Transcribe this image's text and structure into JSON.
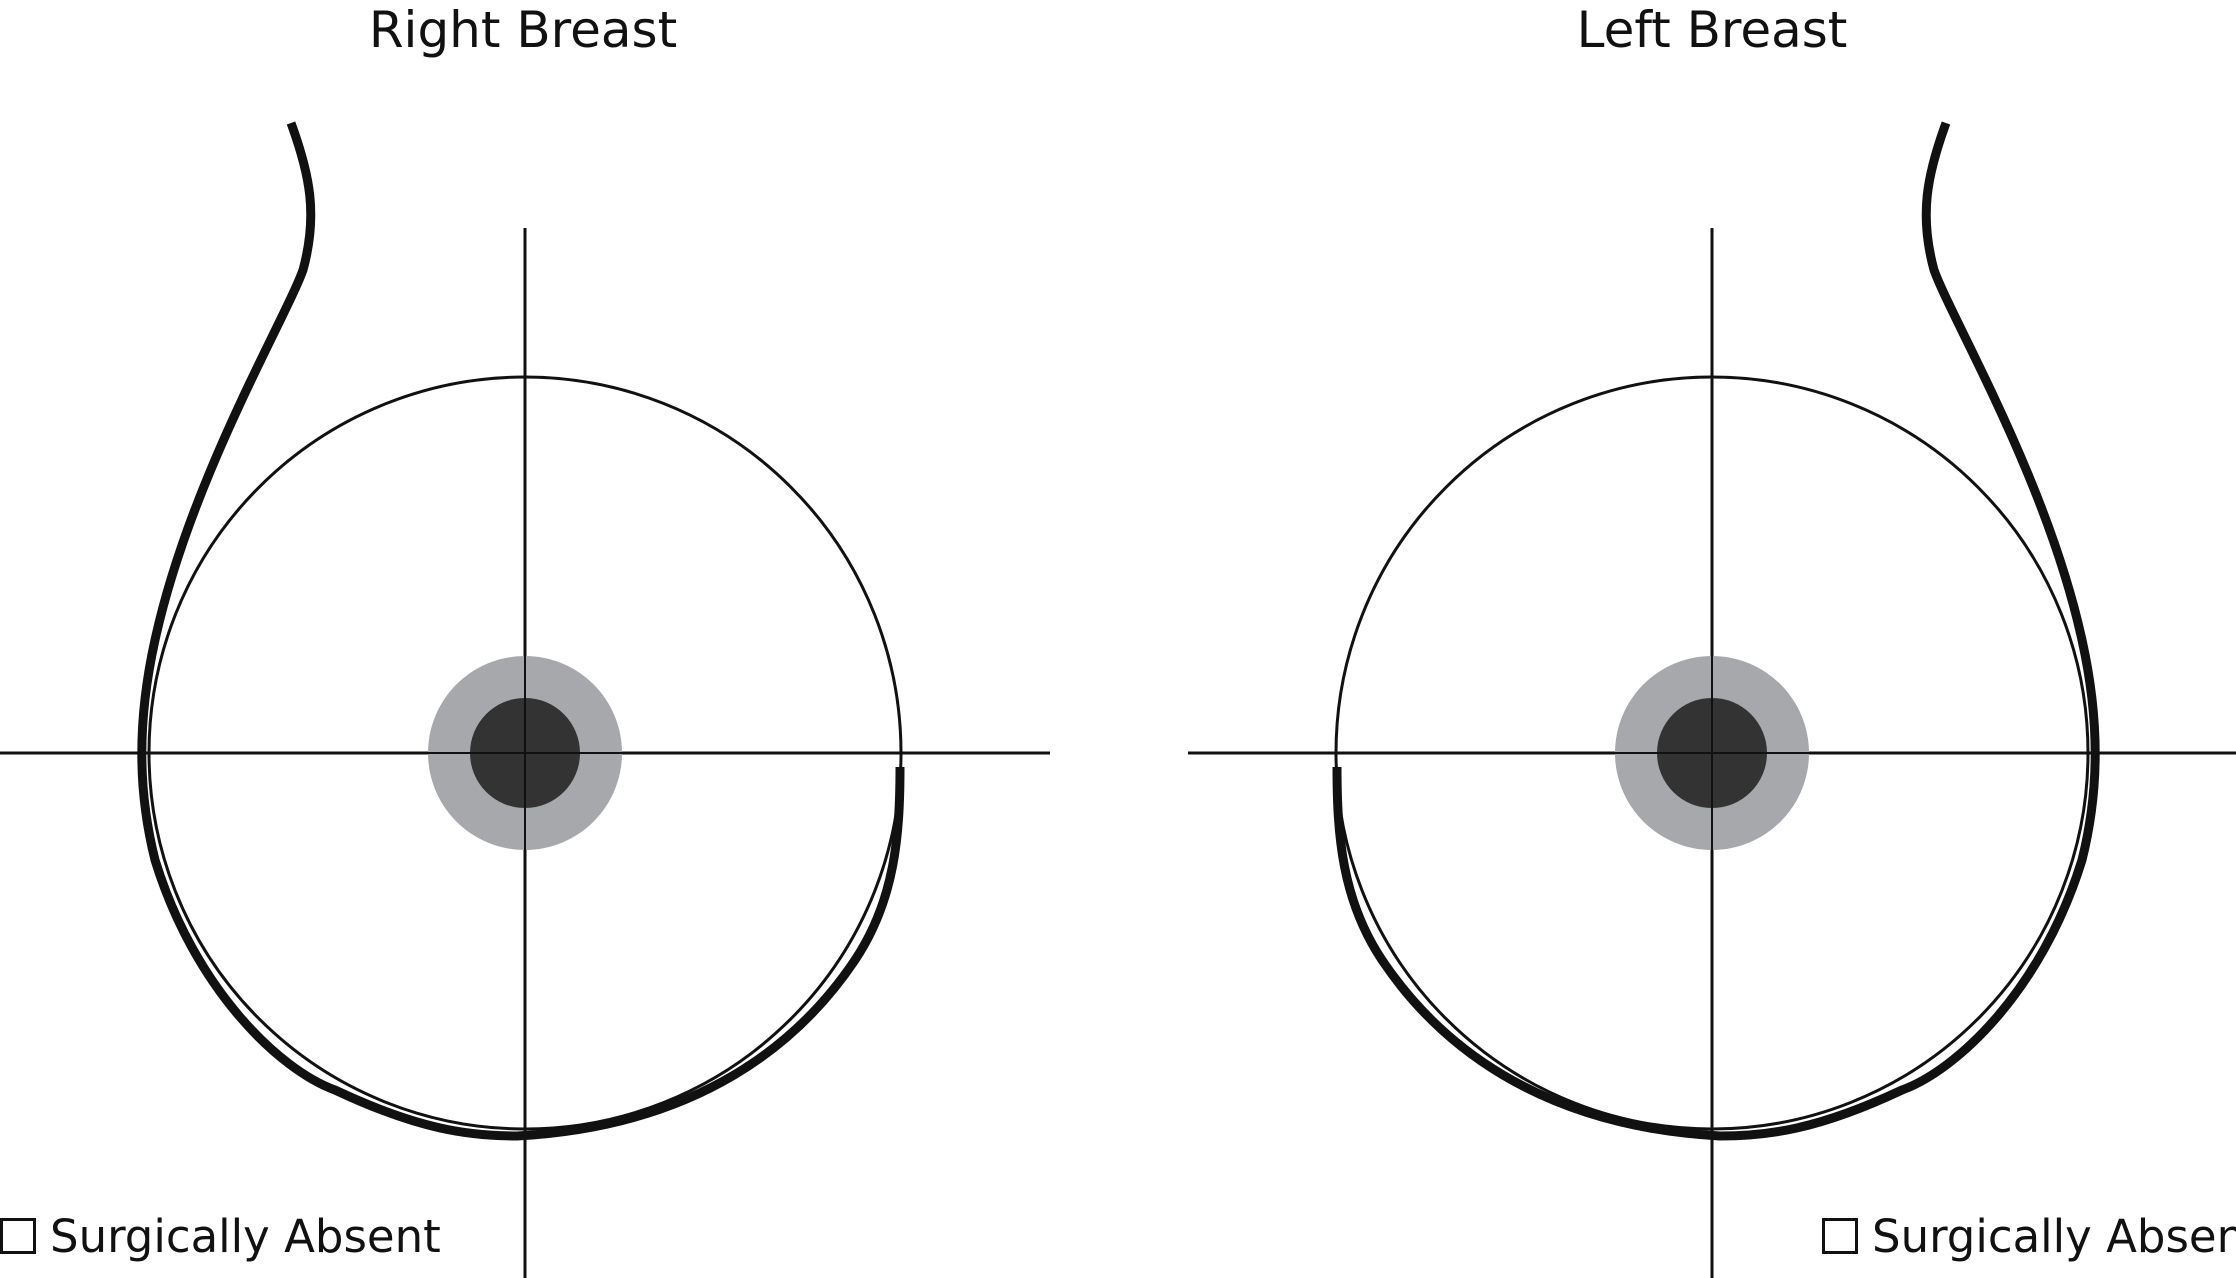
{
  "right_breast": {
    "title": "Right Breast",
    "surgically_absent_label": "Surgically Absent"
  },
  "left_breast": {
    "title": "Left Breast",
    "surgically_absent_label": "Surgically Absent"
  },
  "colors": {
    "outline": "#111111",
    "areola": "#a7a8ab",
    "nipple": "#333333"
  }
}
